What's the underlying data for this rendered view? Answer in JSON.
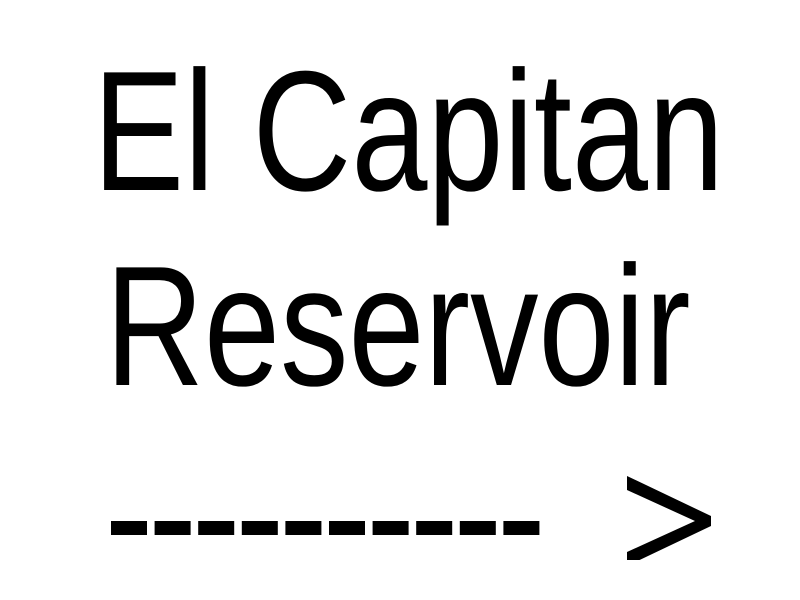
{
  "sign": {
    "line1": "El Capitan",
    "line2": "Reservoir",
    "arrow": {
      "dash_count": 10,
      "direction": "right",
      "text": "---------->"
    },
    "colors": {
      "background": "#ffffff",
      "text": "#000000"
    }
  }
}
